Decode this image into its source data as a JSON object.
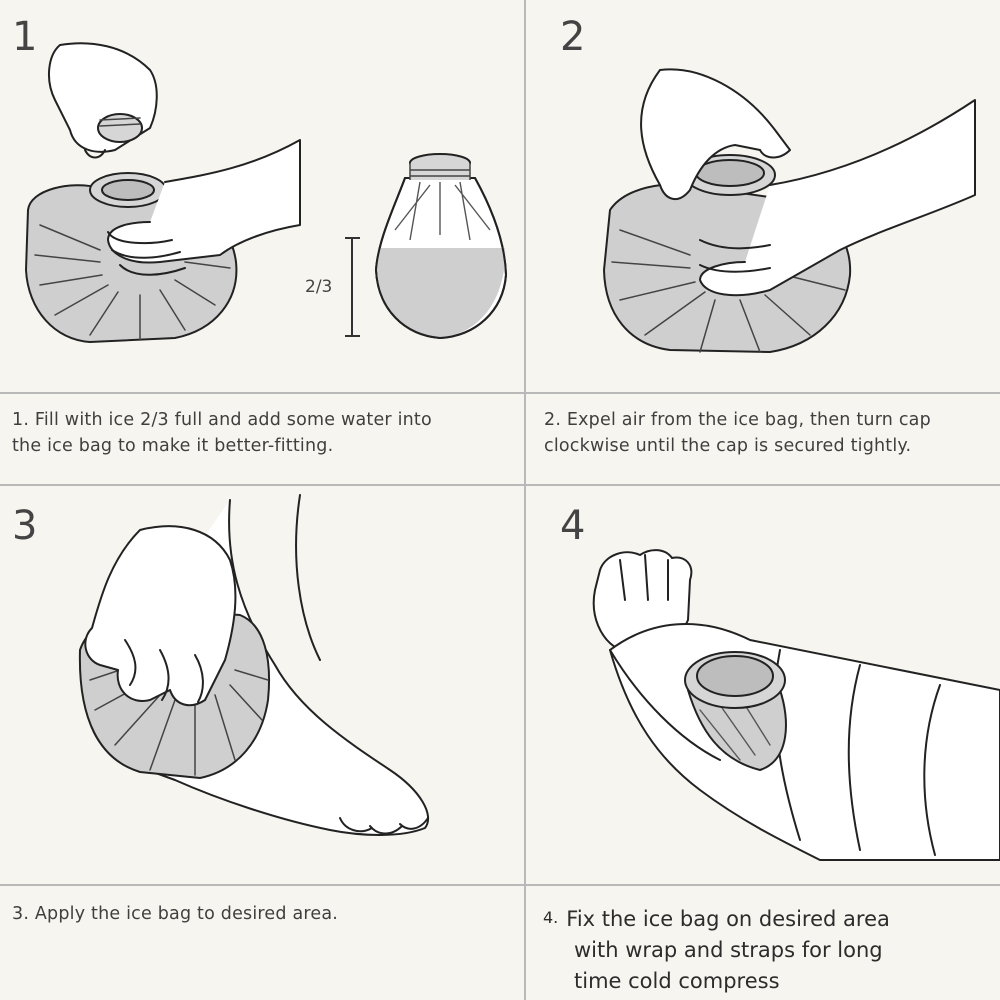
{
  "panels": [
    {
      "number": "1",
      "caption_line1": "1. Fill with ice 2/3 full and add some water into",
      "caption_line2": "the ice bag to make it better-fitting.",
      "fill_label": "2/3"
    },
    {
      "number": "2",
      "caption_line1": "2. Expel air from the ice bag, then turn cap",
      "caption_line2": "clockwise until the cap is secured tightly."
    },
    {
      "number": "3",
      "caption_line1": "3. Apply the ice bag to desired area."
    },
    {
      "number": "4",
      "caption_prefix": "4.",
      "caption_line1": "Fix the ice bag on desired area",
      "caption_line2": "with wrap and straps for long",
      "caption_line3": "time cold compress"
    }
  ],
  "colors": {
    "background": "#f7f5ef",
    "bag_gray": "#cfcfcf",
    "divider": "#b9b9b9",
    "line": "#222222"
  }
}
